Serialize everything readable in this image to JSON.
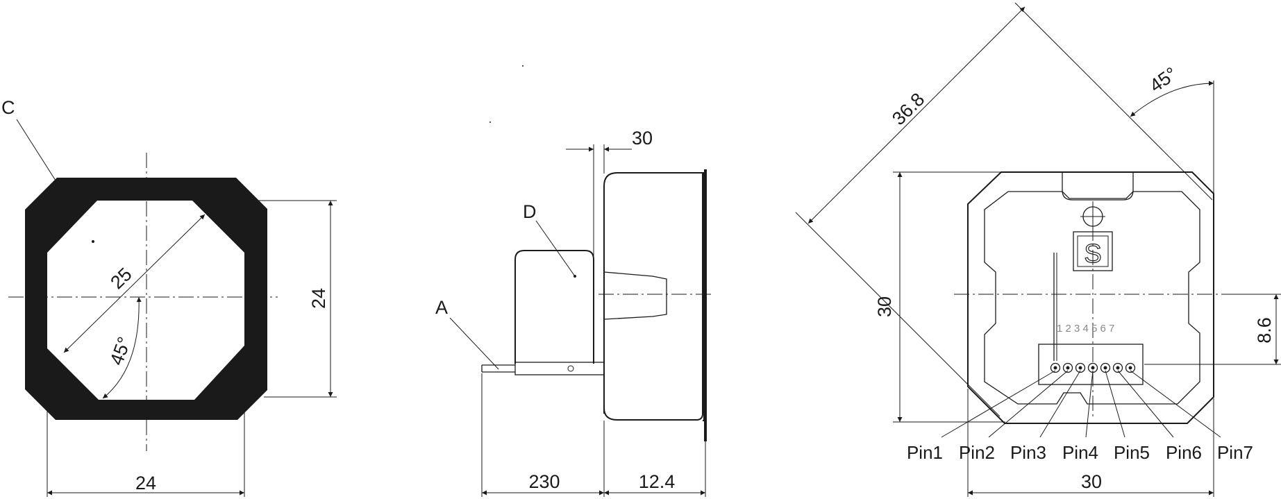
{
  "colors": {
    "ink": "#1a1a1a",
    "background": "#ffffff",
    "faint": "#888888"
  },
  "front_view": {
    "label_c": "C",
    "dim_width": "24",
    "dim_height": "24",
    "dim_diagonal": "25",
    "dim_angle": "45°"
  },
  "side_view": {
    "label_a": "A",
    "label_d": "D",
    "dim_top": "30",
    "dim_cable": "230",
    "dim_depth": "12.4"
  },
  "rear_view": {
    "dim_diagonal": "36.8",
    "dim_angle": "45°",
    "dim_height": "30",
    "dim_width": "30",
    "dim_offset": "8.6",
    "pin_numbers": "1 2 3 4 5 6 7",
    "logo_letter": "S",
    "pins": [
      "Pin1",
      "Pin2",
      "Pin3",
      "Pin4",
      "Pin5",
      "Pin6",
      "Pin7"
    ]
  }
}
